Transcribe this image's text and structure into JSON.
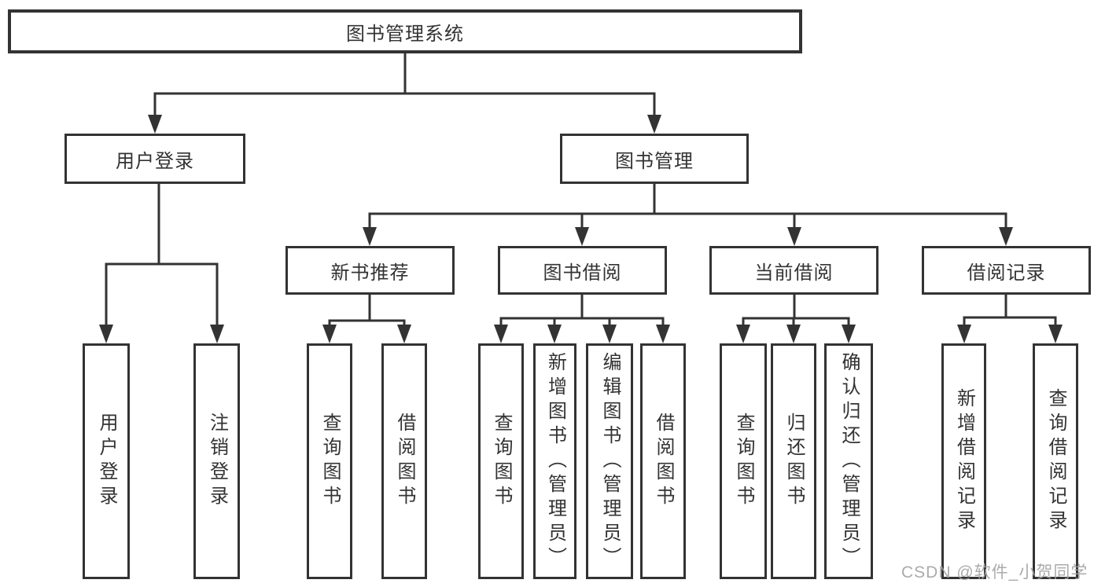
{
  "tree": {
    "root": {
      "label": "图书管理系统",
      "children": [
        {
          "label": "用户登录",
          "children": [
            {
              "label": "用户登录"
            },
            {
              "label": "注销登录"
            }
          ]
        },
        {
          "label": "图书管理",
          "children": [
            {
              "label": "新书推荐",
              "children": [
                {
                  "label": "查询图书"
                },
                {
                  "label": "借阅图书"
                }
              ]
            },
            {
              "label": "图书借阅",
              "children": [
                {
                  "label": "查询图书"
                },
                {
                  "label": "新增图书（管理员）"
                },
                {
                  "label": "编辑图书（管理员）"
                },
                {
                  "label": "借阅图书"
                }
              ]
            },
            {
              "label": "当前借阅",
              "children": [
                {
                  "label": "查询图书"
                },
                {
                  "label": "归还图书"
                },
                {
                  "label": "确认归还（管理员）"
                }
              ]
            },
            {
              "label": "借阅记录",
              "children": [
                {
                  "label": "新增借阅记录"
                },
                {
                  "label": "查询借阅记录"
                }
              ]
            }
          ]
        }
      ]
    }
  },
  "watermark": {
    "text": "CSDN @软件_小贺同学"
  },
  "colors": {
    "line": "#333333",
    "text": "#333333",
    "background": "#ffffff",
    "watermark": "#a2a2a2"
  }
}
